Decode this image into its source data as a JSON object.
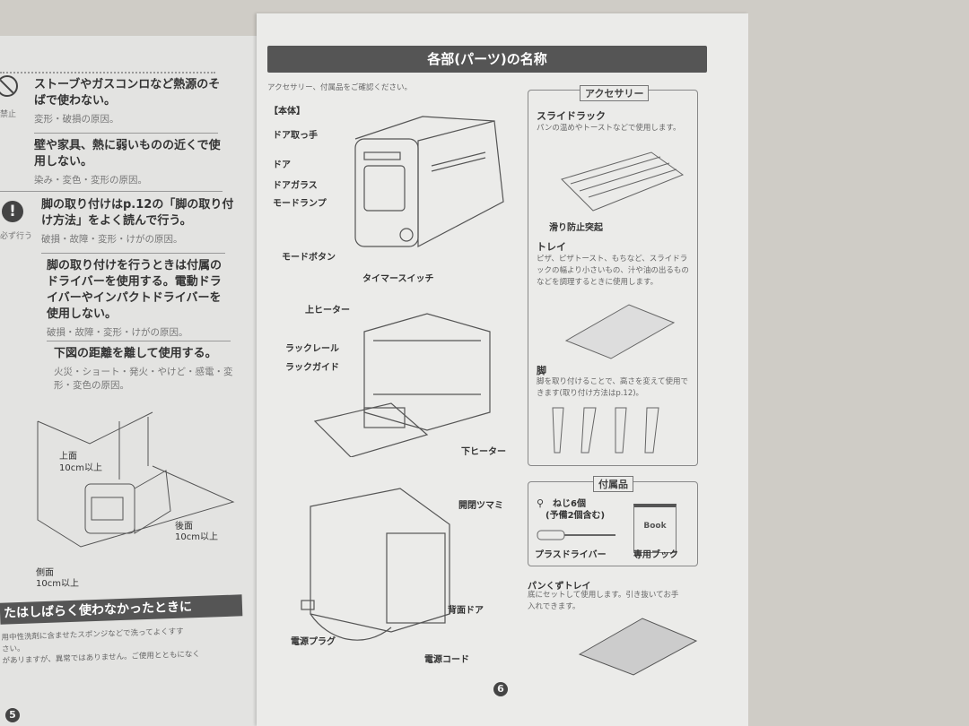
{
  "left_page": {
    "items": [
      {
        "title": "ストーブやガスコンロなど熱源のそばで使わない。",
        "note": "変形・破損の原因。",
        "icon": "prohibited-icon",
        "icon_label": "禁止"
      },
      {
        "title": "壁や家具、熱に弱いものの近くで使用しない。",
        "note": "染み・変色・変形の原因。"
      },
      {
        "title": "脚の取り付けはp.12の「脚の取り付け方法」をよく読んで行う。",
        "note": "破損・故障・変形・けがの原因。",
        "icon": "exclamation-icon",
        "icon_label": "必ず行う"
      },
      {
        "title": "脚の取り付けを行うときは付属のドライバーを使用する。電動ドライバーやインパクトドライバーを使用しない。",
        "note": "破損・故障・変形・けがの原因。"
      },
      {
        "title": "下図の距離を離して使用する。",
        "note": "火災・ショート・発火・やけど・感電・変形・変色の原因。"
      }
    ],
    "clearance": {
      "top": "上面",
      "top_val": "10cm以上",
      "back": "後面",
      "back_val": "10cm以上",
      "side": "側面",
      "side_val": "10cm以上"
    },
    "section_bar": "たはしばらく使わなかったときに",
    "body_lines": [
      "用中性洗剤に含ませたスポンジなどで洗ってよくすす",
      "さい。",
      "があリますが、異常ではありません。ご使用とともになく"
    ],
    "page_number": "5"
  },
  "right_page": {
    "header": "各部(パーツ)の名称",
    "intro": "アクセサリー、付属品をご確認ください。",
    "body_label": "【本体】",
    "parts_front": [
      "ドア取っ手",
      "ドア",
      "ドアガラス",
      "モードランプ",
      "モードボタン",
      "タイマースイッチ"
    ],
    "parts_inside": [
      "上ヒーター",
      "ラックレール",
      "ラックガイド",
      "下ヒーター"
    ],
    "parts_back": [
      "開閉ツマミ",
      "背面ドア",
      "電源プラグ",
      "電源コード"
    ],
    "accessories": {
      "title": "アクセサリー",
      "slide_rack": {
        "name": "スライドラック",
        "desc": "パンの温めやトーストなどで使用します。",
        "callout": "滑り防止突起"
      },
      "tray": {
        "name": "トレイ",
        "desc": "ピザ、ピザトースト、もちなど、スライドラックの幅より小さいもの、汁や油の出るものなどを調理するときに使用します。"
      },
      "legs": {
        "name": "脚",
        "desc": "脚を取り付けることで、高さを変えて使用できます(取り付け方法はp.12)。"
      }
    },
    "included": {
      "title": "付属品",
      "screws": "ねじ6個",
      "screws_note": "(予備2個含む)",
      "driver": "プラスドライバー",
      "book_cover": "Book",
      "book": "専用ブック"
    },
    "crumb_tray": {
      "name": "パンくずトレイ",
      "desc": "底にセットして使用します。引き抜いてお手入れできます。"
    },
    "page_number": "6"
  }
}
